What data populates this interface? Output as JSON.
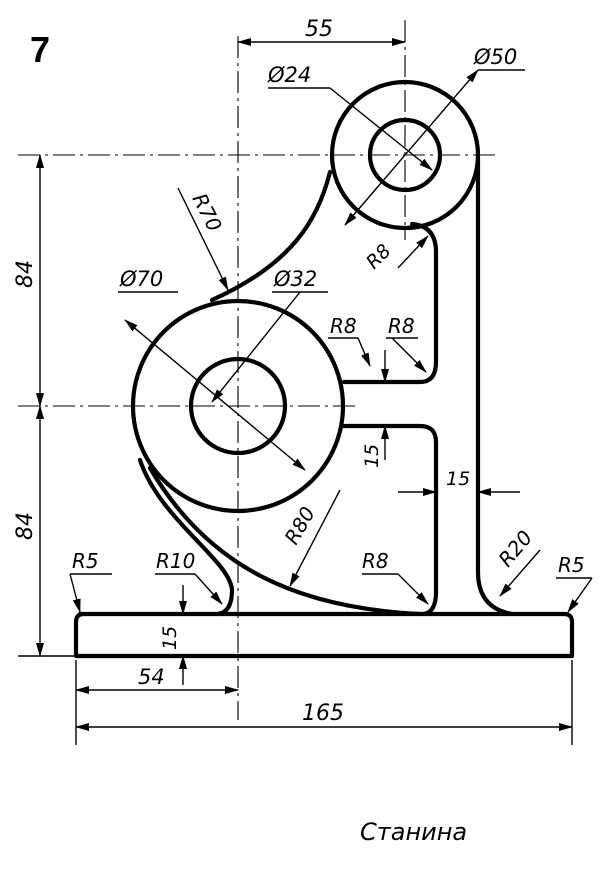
{
  "exercise_number": "7",
  "caption": "Станина",
  "dimensions": {
    "top_offset": "55",
    "small_outer_dia": "Ø50",
    "small_inner_dia": "Ø24",
    "arc_radius_70": "R70",
    "large_outer_dia": "Ø70",
    "large_inner_dia": "Ø32",
    "fillet_r8_upper": "R8",
    "fillet_r8_slot_left": "R8",
    "fillet_r8_slot_right": "R8",
    "slot_height": "15",
    "web_width": "15",
    "height_upper": "84",
    "height_lower": "84",
    "arc_radius_80": "R80",
    "fillet_r8_lower": "R8",
    "fillet_r20": "R20",
    "fillet_r5_left": "R5",
    "fillet_r10": "R10",
    "fillet_r5_right": "R5",
    "base_thickness": "15",
    "base_left_offset": "54",
    "overall_width": "165"
  }
}
